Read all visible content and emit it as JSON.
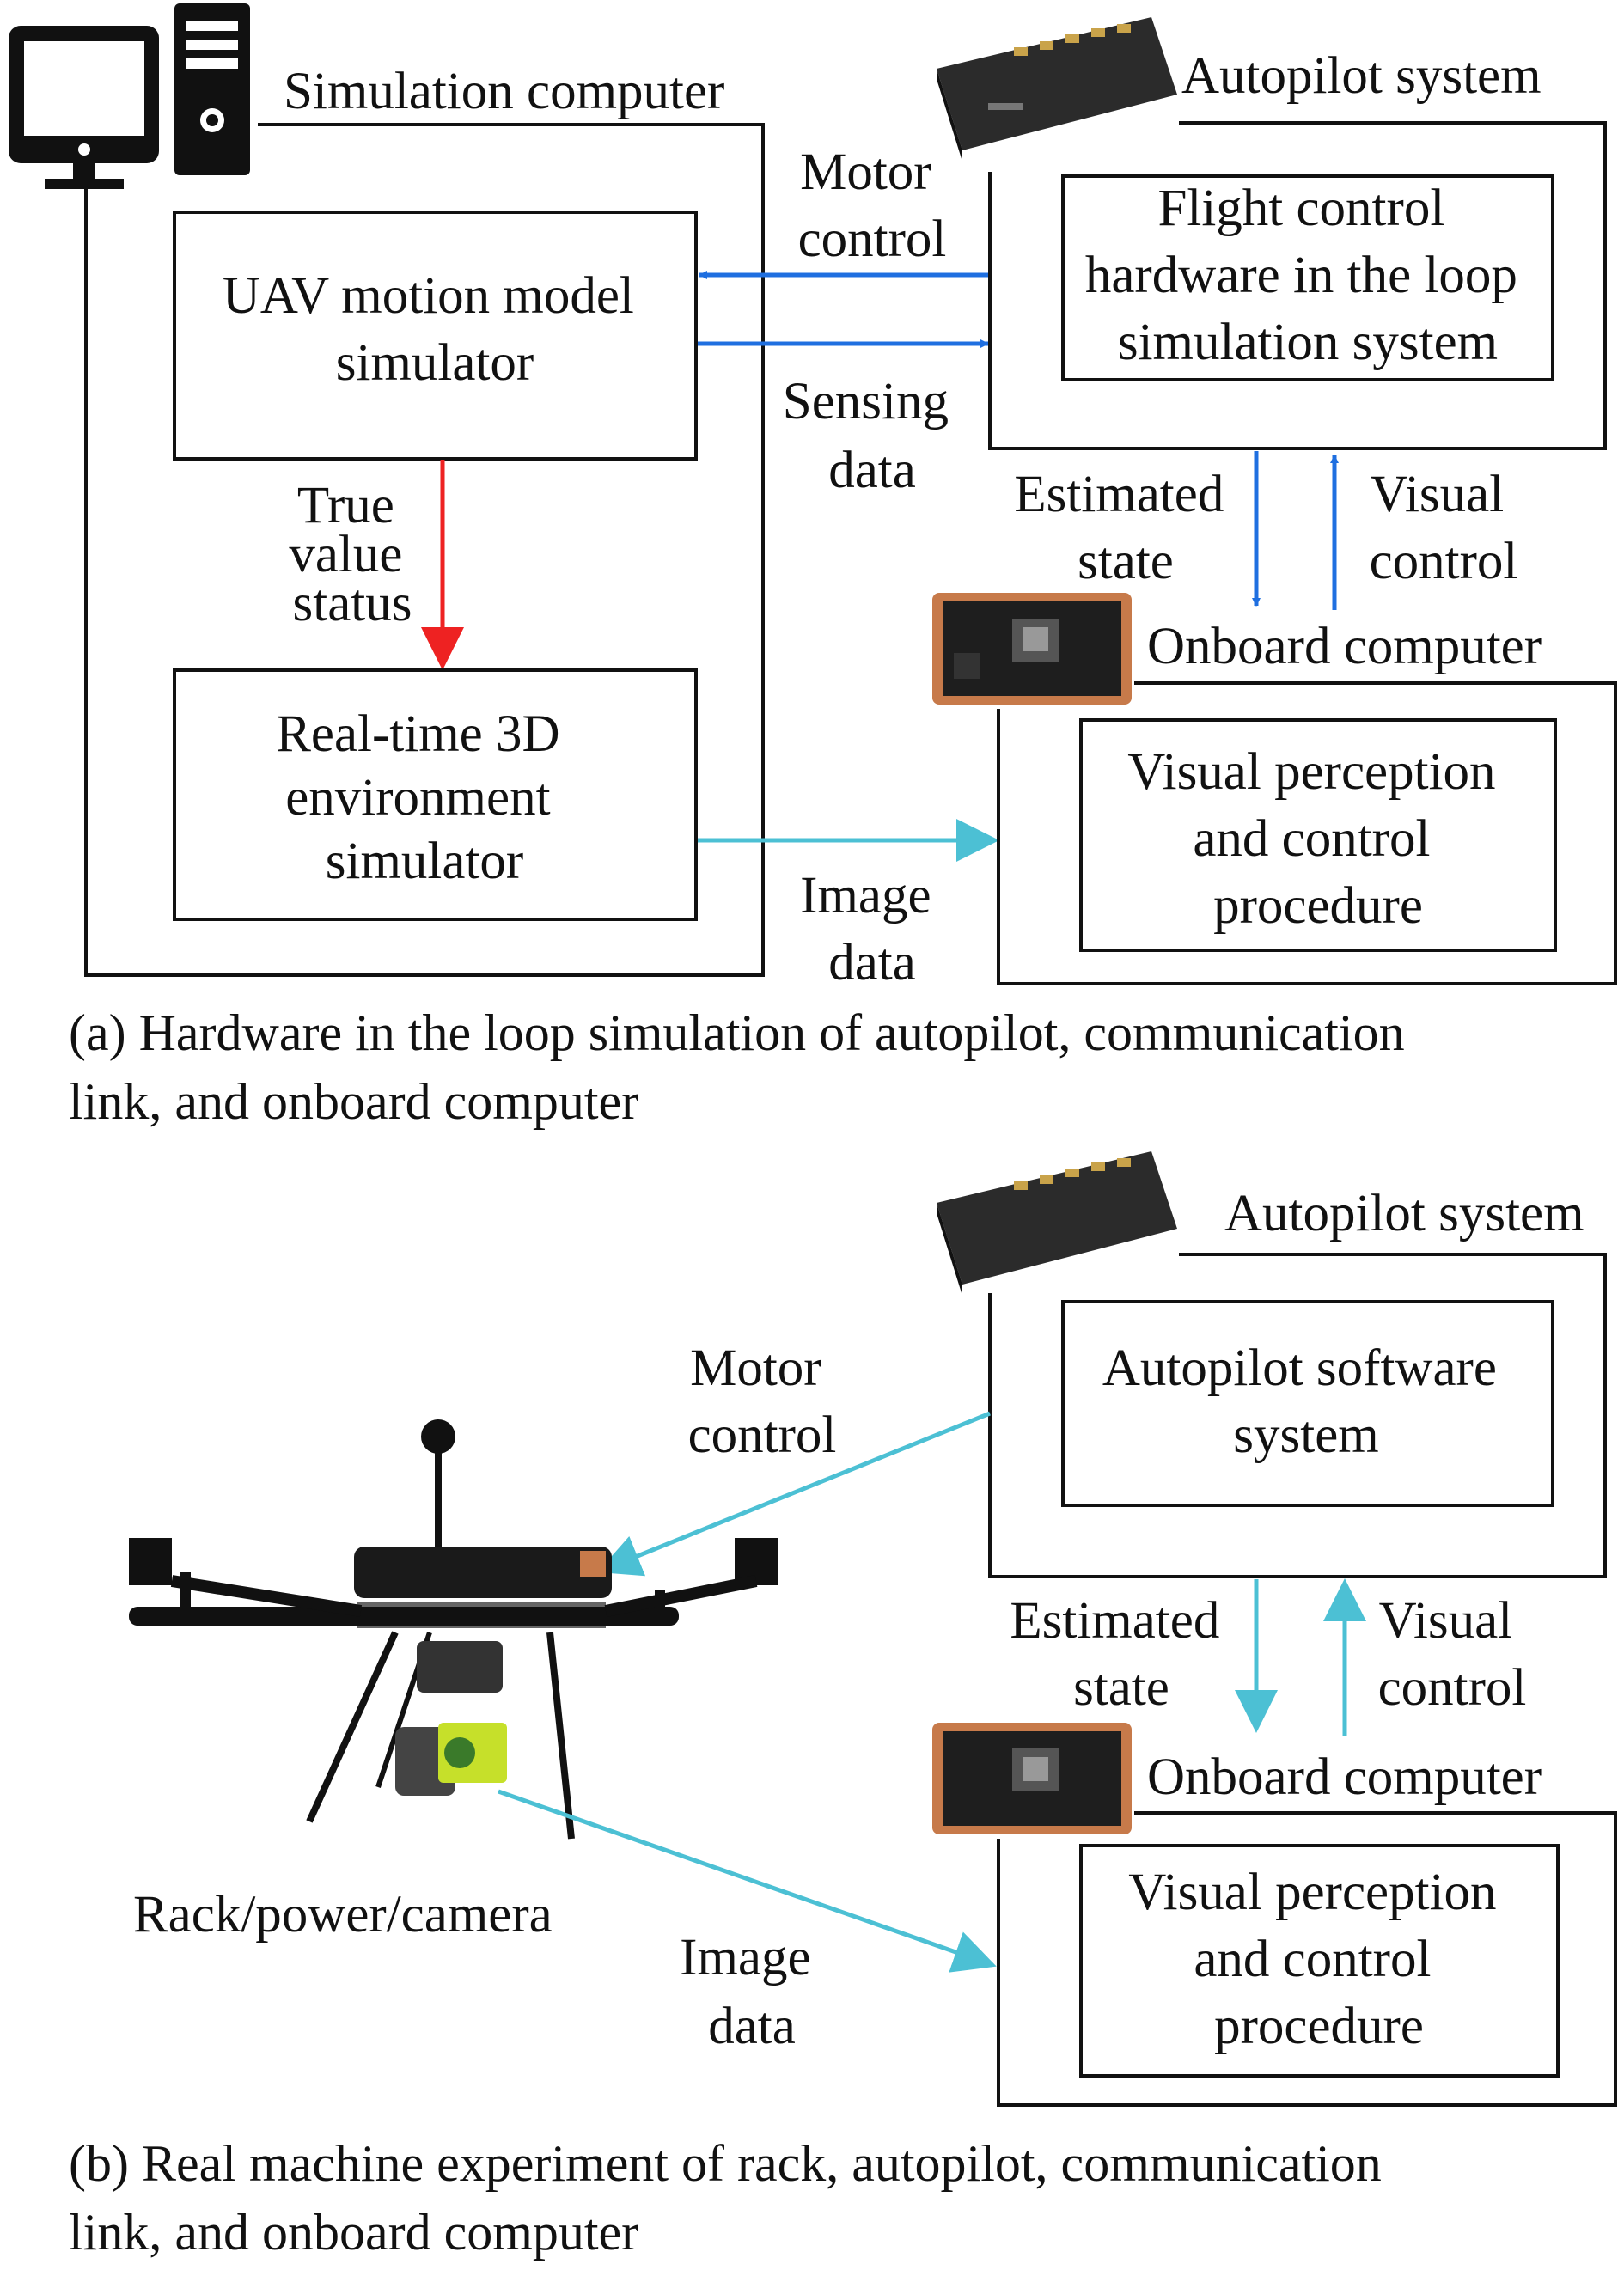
{
  "colors": {
    "blue_arrow": "#1f6fe0",
    "red_arrow": "#ee2222",
    "cyan_arrow": "#4cc0d4",
    "line": "#111111"
  },
  "icons": {
    "computer": "desktop-computer-icon",
    "autopilot": "autopilot-board-photo",
    "onboard": "onboard-computer-board-photo",
    "drone": "quadcopter-photo"
  },
  "panel_a": {
    "sim_computer_label": "Simulation computer",
    "uav_box": [
      "UAV motion model",
      "simulator"
    ],
    "env_box": [
      "Real-time 3D",
      "environment",
      "simulator"
    ],
    "true_value": [
      "True",
      "value",
      "status"
    ],
    "motor_control": [
      "Motor",
      "control"
    ],
    "sensing_data": [
      "Sensing",
      "data"
    ],
    "image_data": [
      "Image",
      "data"
    ],
    "autopilot_label": "Autopilot system",
    "flight_box": [
      "Flight control",
      "hardware in the loop",
      "simulation system"
    ],
    "estimated_state": [
      "Estimated",
      "state"
    ],
    "visual_control": [
      "Visual",
      "control"
    ],
    "onboard_label": "Onboard computer",
    "visual_box": [
      "Visual perception",
      "and control",
      "procedure"
    ],
    "caption": [
      "(a) Hardware in the loop simulation of autopilot, communication",
      "link, and onboard computer"
    ]
  },
  "panel_b": {
    "autopilot_label": "Autopilot system",
    "autopilot_box": [
      "Autopilot software",
      "system"
    ],
    "motor_control": [
      "Motor",
      "control"
    ],
    "rack_label": "Rack/power/camera",
    "image_data": [
      "Image",
      "data"
    ],
    "estimated_state": [
      "Estimated",
      "state"
    ],
    "visual_control": [
      "Visual",
      "control"
    ],
    "onboard_label": "Onboard computer",
    "visual_box": [
      "Visual perception",
      "and control",
      "procedure"
    ],
    "caption": [
      "(b) Real machine experiment of rack, autopilot, communication",
      "link, and onboard computer"
    ]
  }
}
